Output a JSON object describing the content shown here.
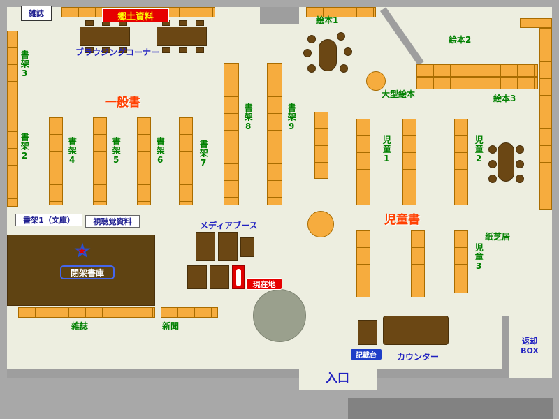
{
  "labels": {
    "magazines_top": "雑誌",
    "kyodo_shiryo": "郷土資料",
    "browsing_corner": "ブラウジングコーナー",
    "shoka3": "書架3",
    "shoka2": "書架2",
    "ippansho": "一般書",
    "ehon1": "絵本1",
    "ehon2": "絵本2",
    "ehon3": "絵本3",
    "ogata_ehon": "大型絵本",
    "shoka4": "書架4",
    "shoka5": "書架5",
    "shoka6": "書架6",
    "shoka7": "書架7",
    "shoka8": "書架8",
    "shoka9": "書架9",
    "jido1": "児童1",
    "jido2": "児童2",
    "jido3": "児童3",
    "shoka1_bunko": "書架1（文庫）",
    "shichokaku": "視聴覚資料",
    "media_booth": "メディアブース",
    "jidosho": "児童書",
    "kamishibai": "紙芝居",
    "heika_shoko": "閉架書庫",
    "genzaichi": "現在地",
    "magazines_bottom": "雑誌",
    "shimbun": "新聞",
    "kisaidai": "記載台",
    "counter": "カウンター",
    "henkyaku_line1": "返却",
    "henkyaku_line2": "BOX",
    "iriguchi": "入口",
    "star": "★"
  },
  "colors": {
    "floor": "#EDEEE0",
    "wall": "#9E9E9E",
    "shelf": "#F6AC3E",
    "shelf_border": "#A96C00",
    "furniture_brown": "#6B4714",
    "accent_red": "#E60000",
    "text_green": "#008000",
    "text_blue": "#2020C0",
    "text_red_orange": "#FF4000",
    "pillar_gray": "#9AA08D"
  }
}
